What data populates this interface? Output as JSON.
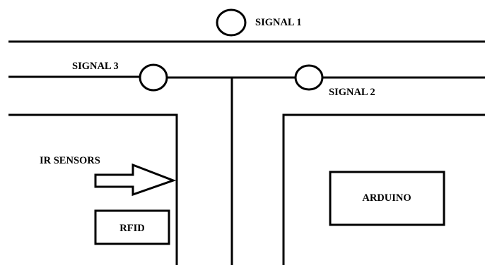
{
  "labels": {
    "signal_1": "SIGNAL 1",
    "signal_2": "SIGNAL 2",
    "signal_3": "SIGNAL 3",
    "ir_sensors": "IR SENSORS",
    "arduino": "ARDUINO",
    "rfid": "RFID"
  },
  "colors": {
    "line": "#000000",
    "background": "#ffffff"
  }
}
